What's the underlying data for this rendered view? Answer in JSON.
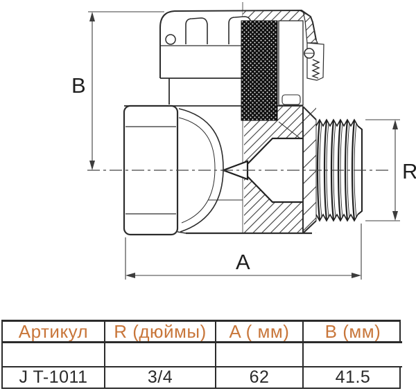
{
  "drawing": {
    "dim_labels": {
      "b": "B",
      "a": "A",
      "r": "R"
    }
  },
  "table": {
    "headers": [
      "Артикул",
      "R (дюймы)",
      "A ( мм)",
      "B (мм)"
    ],
    "empty_row": [
      "",
      "",
      "",
      ""
    ],
    "data_row": [
      "J T-1011",
      "3/4",
      "62",
      "41.5"
    ]
  },
  "colors": {
    "header_orange": "#c8763a",
    "line_dark": "#333333",
    "knurl_black": "#101010"
  }
}
